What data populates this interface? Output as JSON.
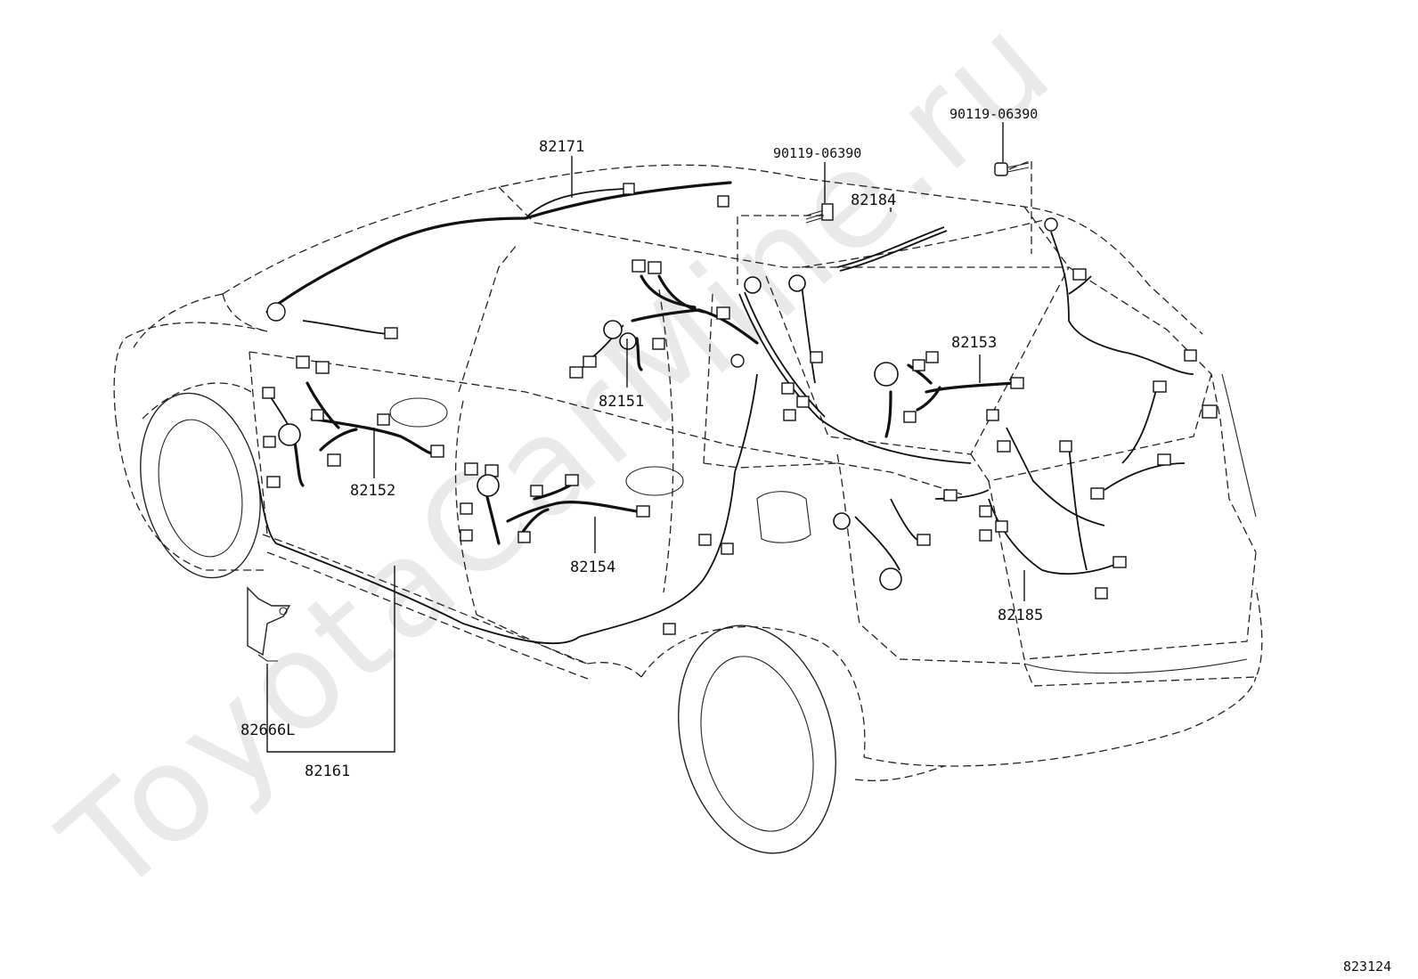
{
  "watermark": "ToyotaCarMine.ru",
  "diagram_id": "823124",
  "part_labels": {
    "p82171": "82171",
    "p90119_a": "90119-06390",
    "p90119_b": "90119-06390",
    "p82184": "82184",
    "p82153": "82153",
    "p82151": "82151",
    "p82152": "82152",
    "p82154": "82154",
    "p82185": "82185",
    "p82666L": "82666L",
    "p82161": "82161"
  }
}
